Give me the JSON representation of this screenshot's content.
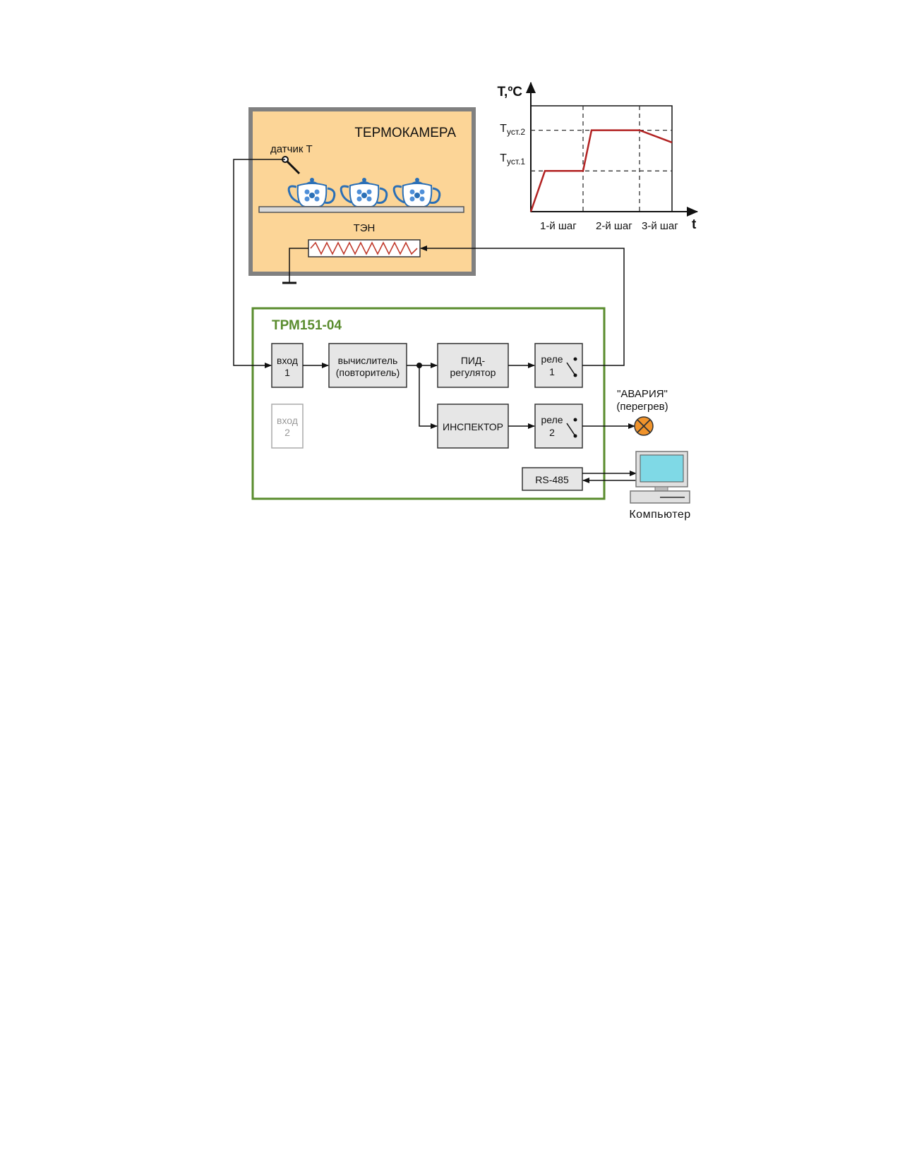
{
  "chamber": {
    "title": "ТЕРМОКАМЕРА",
    "sensor_label": "датчик T",
    "heater_label": "ТЭН",
    "fill_color": "#fcd597",
    "wall_color": "#808080"
  },
  "device": {
    "title": "ТРМ151-04",
    "frame_color": "#5a8c2e",
    "input1_label": "вход",
    "input1_number": "1",
    "input2_label": "вход",
    "input2_number": "2",
    "calc_line1": "вычислитель",
    "calc_line2": "(повторитель)",
    "pid_line1": "ПИД-",
    "pid_line2": "регулятор",
    "inspector_label": "ИНСПЕКТОР",
    "relay1_label": "реле",
    "relay1_number": "1",
    "relay2_label": "реле",
    "relay2_number": "2",
    "rs485_label": "RS-485"
  },
  "alarm": {
    "line1": "\"АВАРИЯ\"",
    "line2": "(перегрев)",
    "lamp_color": "#f0932b"
  },
  "computer": {
    "label": "Компьютер"
  },
  "chart_data": {
    "type": "line",
    "ylabel": "T,ºC",
    "xlabel": "t",
    "y_ticks": [
      {
        "main": "T",
        "sub": "уст.2"
      },
      {
        "main": "T",
        "sub": "уст.1"
      }
    ],
    "steps": [
      "1-й шаг",
      "2-й шаг",
      "3-й шаг"
    ],
    "line_color": "#b22222",
    "series": [
      {
        "x": [
          0,
          0.1,
          0.37,
          0.43,
          0.77,
          1.0
        ],
        "y": [
          0,
          1,
          1,
          2,
          2,
          1.7
        ]
      }
    ]
  }
}
